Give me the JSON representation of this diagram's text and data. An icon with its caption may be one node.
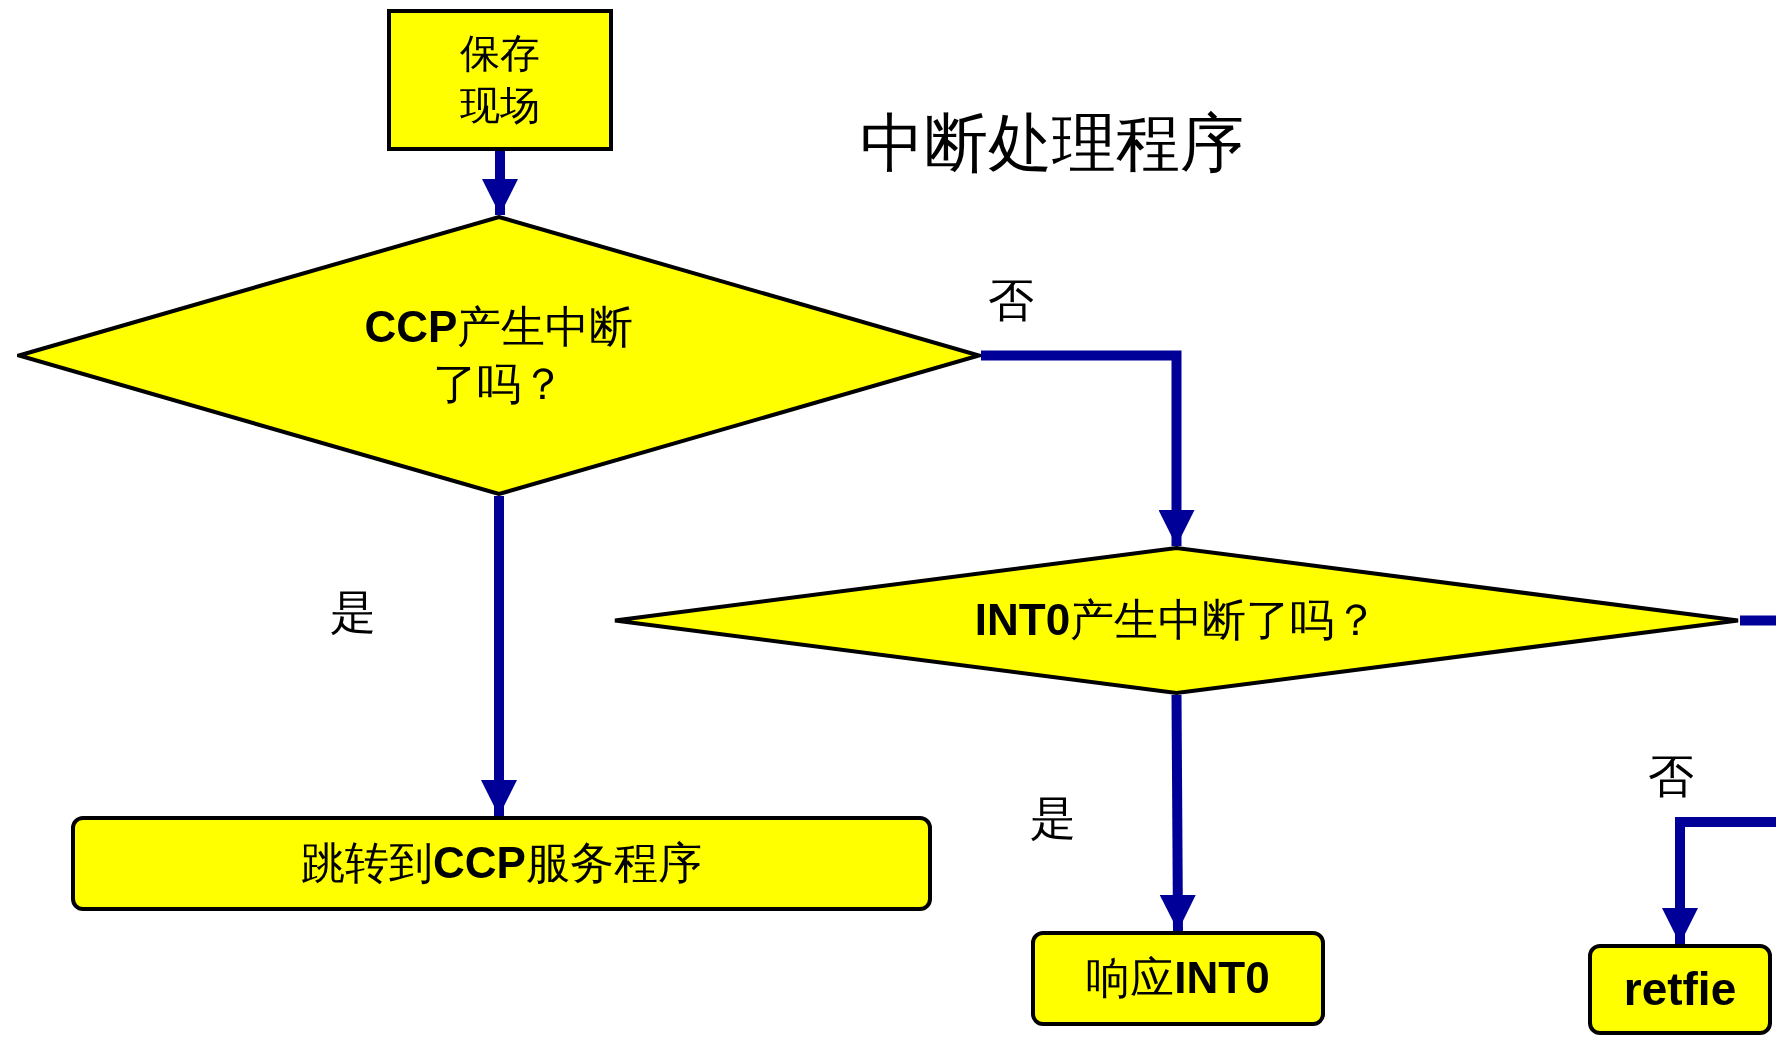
{
  "diagram": {
    "title": "中断处理程序",
    "nodes": [
      {
        "text": [
          "保存现场"
        ]
      },
      {
        "text": [
          "**CCP**产生中断了吗？"
        ]
      },
      {
        "text": [
          "**INT0**产生中断了吗？"
        ]
      },
      {
        "text": [
          "跳转到**CCP**服务程序"
        ]
      },
      {
        "text": [
          "响应**INT0**"
        ]
      },
      {
        "text": [
          "retfie"
        ]
      }
    ],
    "edges": [
      {
        "from": 0,
        "to": 1,
        "arrow": "to"
      },
      {
        "from": 1,
        "to": 3,
        "arrow": "to",
        "label": "是"
      },
      {
        "from": 1,
        "to": 2,
        "arrow": "to",
        "label": "否"
      },
      {
        "from": 2,
        "to": 4,
        "arrow": "to",
        "label": "是"
      },
      {
        "from": 2,
        "to": null,
        "arrow": "none"
      },
      {
        "from": null,
        "to": 5,
        "arrow": "to",
        "label": "否"
      }
    ]
  }
}
